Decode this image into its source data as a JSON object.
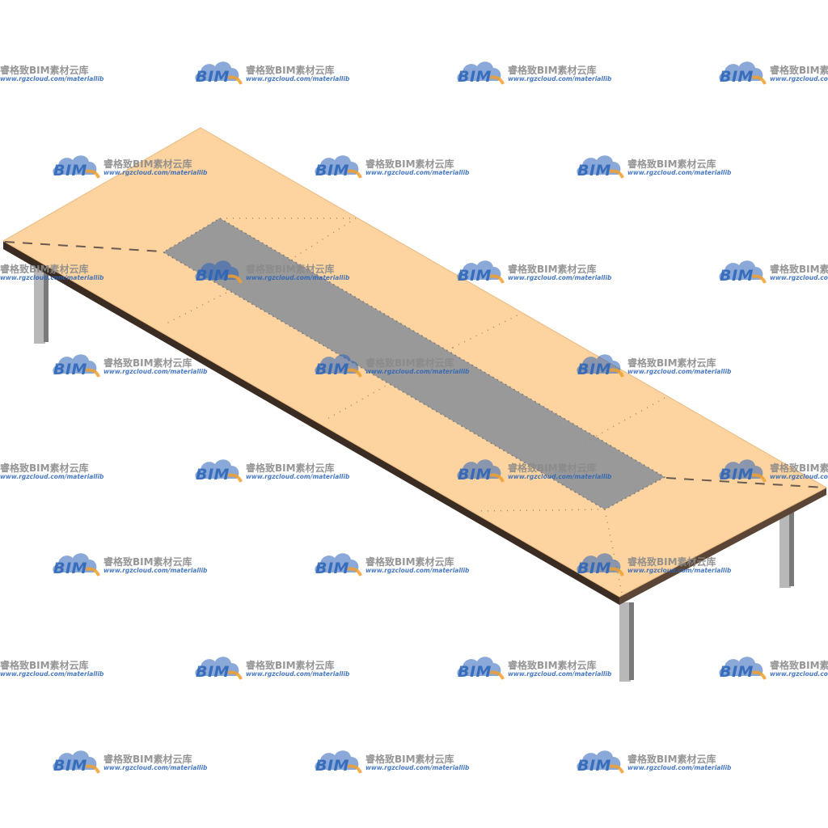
{
  "image": {
    "subject": "conference table",
    "background_color": "#ffffff"
  },
  "table": {
    "top_color": "#fdd49f",
    "edge_color": "#3a2c22",
    "center_panel_color": "#999999",
    "leg_color": "#b8b8b8",
    "leg_shadow_color": "#7a7a7a",
    "dashed_line_color": "#6a5a50"
  },
  "watermark": {
    "brand": "BIM",
    "name": "睿格致BIM素材云库",
    "url": "www.rgzcloud.com/materiallib",
    "icon": "cloud-icon",
    "brand_color": "#2a63b8",
    "accent_color": "#f0a030",
    "text_color": "#8a8a8a"
  }
}
